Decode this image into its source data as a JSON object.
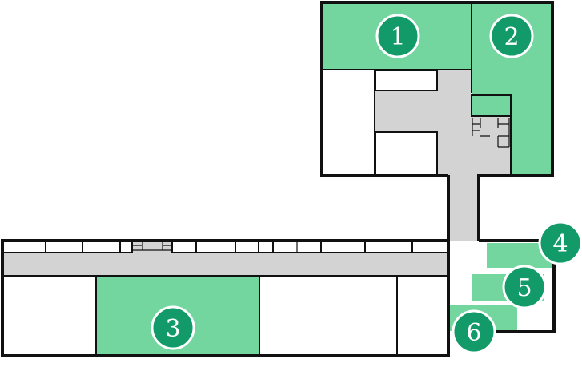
{
  "floor_plan": {
    "colors": {
      "highlight": "#74d69f",
      "corridor": "#d3d3d3",
      "wall": "#111111",
      "marker_fill": "#129b68",
      "marker_text": "#ffffff",
      "background": "#ffffff"
    },
    "markers": [
      {
        "id": "marker-1",
        "label": "1"
      },
      {
        "id": "marker-2",
        "label": "2"
      },
      {
        "id": "marker-3",
        "label": "3"
      },
      {
        "id": "marker-4",
        "label": "4"
      },
      {
        "id": "marker-5",
        "label": "5"
      },
      {
        "id": "marker-6",
        "label": "6"
      }
    ]
  }
}
